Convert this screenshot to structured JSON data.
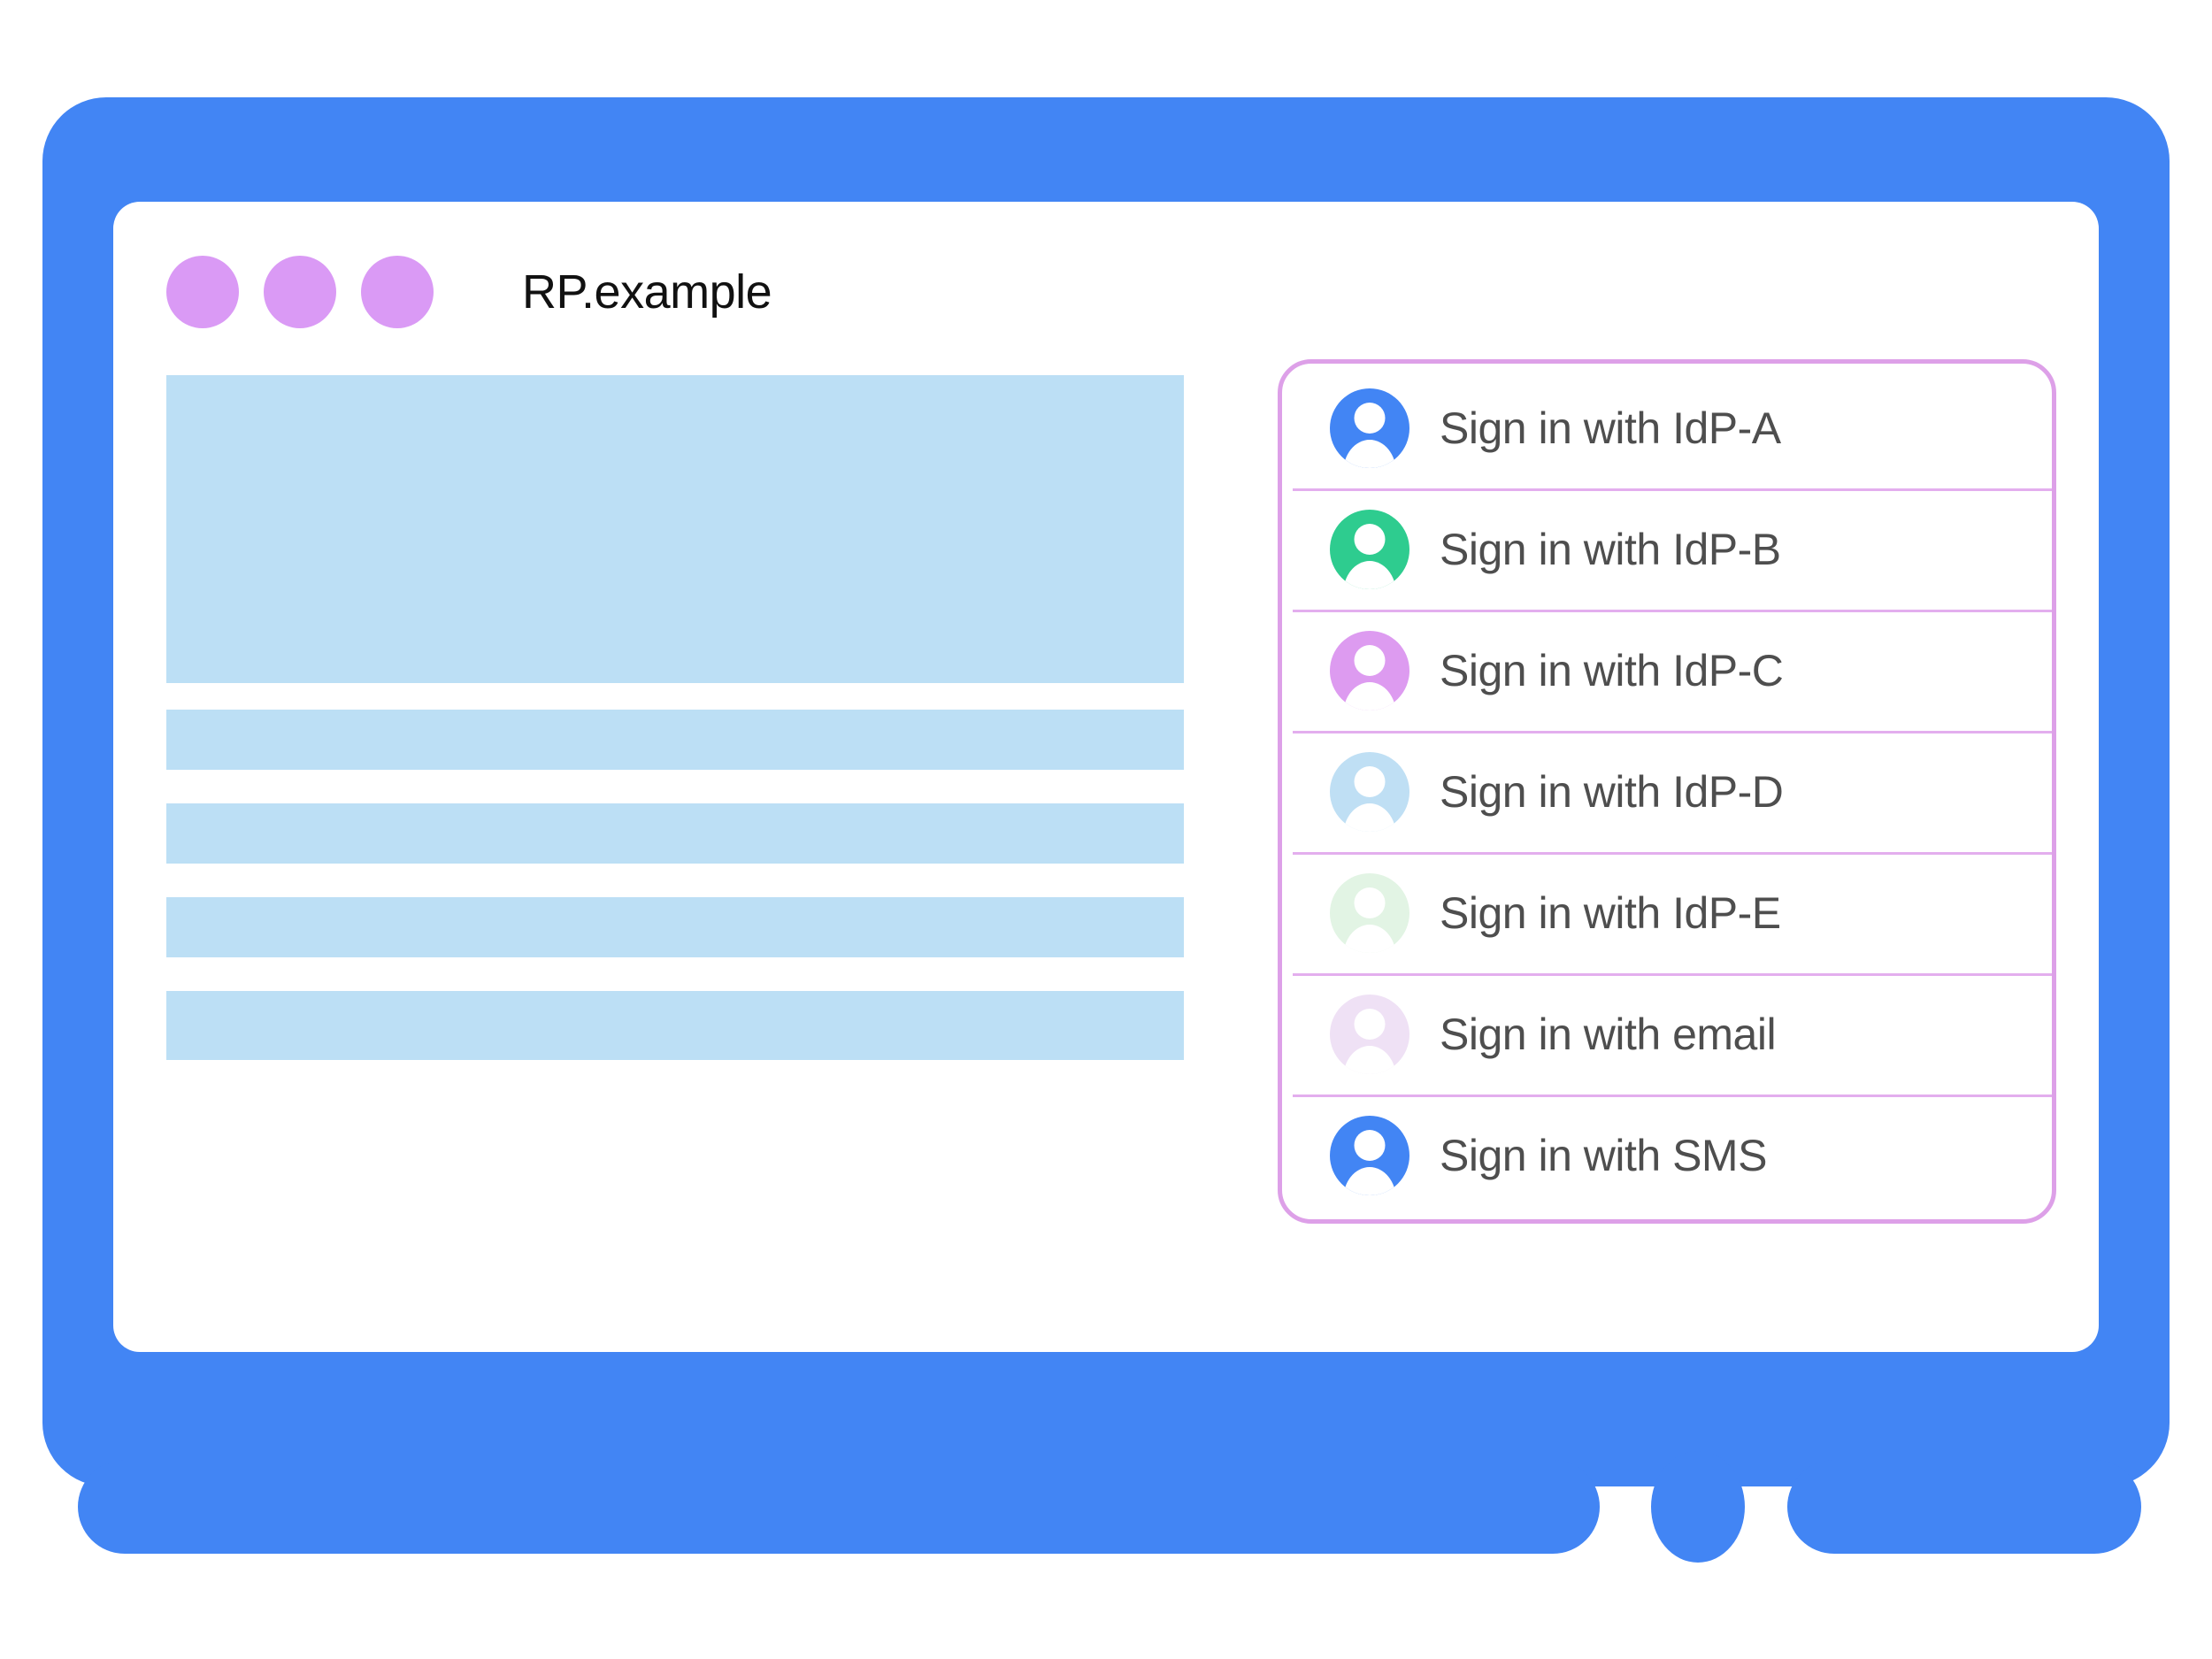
{
  "window": {
    "title": "RP.example",
    "dots": [
      "window-dot-1",
      "window-dot-2",
      "window-dot-3"
    ],
    "dot_color": "#DA9AF5"
  },
  "device": {
    "frame_color": "#4285F4",
    "screen_color": "#FFFFFF",
    "home_button": "home-button"
  },
  "content": {
    "placeholder_color": "#BCDFF5",
    "blocks": [
      {
        "name": "hero-placeholder"
      },
      {
        "name": "text-placeholder-1"
      },
      {
        "name": "text-placeholder-2"
      },
      {
        "name": "text-placeholder-3"
      },
      {
        "name": "text-placeholder-4"
      }
    ]
  },
  "account_panel": {
    "border_color": "#DDA0E8",
    "divider_color": "#E3AEEE",
    "label_color": "#4E4E4E",
    "items": [
      {
        "label": "Sign in with IdP-A",
        "icon": "account-avatar-icon",
        "avatar_color": "#4285F4"
      },
      {
        "label": "Sign in with IdP-B",
        "icon": "account-avatar-icon",
        "avatar_color": "#2ECC8F"
      },
      {
        "label": "Sign in with IdP-C",
        "icon": "account-avatar-icon",
        "avatar_color": "#DD9BF0"
      },
      {
        "label": "Sign in with IdP-D",
        "icon": "account-avatar-icon",
        "avatar_color": "#BFDFF4"
      },
      {
        "label": "Sign in with IdP-E",
        "icon": "account-avatar-icon",
        "avatar_color": "#E2F4E4"
      },
      {
        "label": "Sign in with email",
        "icon": "account-avatar-icon",
        "avatar_color": "#EFE1F5"
      },
      {
        "label": "Sign in with SMS",
        "icon": "account-avatar-icon",
        "avatar_color": "#4285F4"
      }
    ]
  }
}
